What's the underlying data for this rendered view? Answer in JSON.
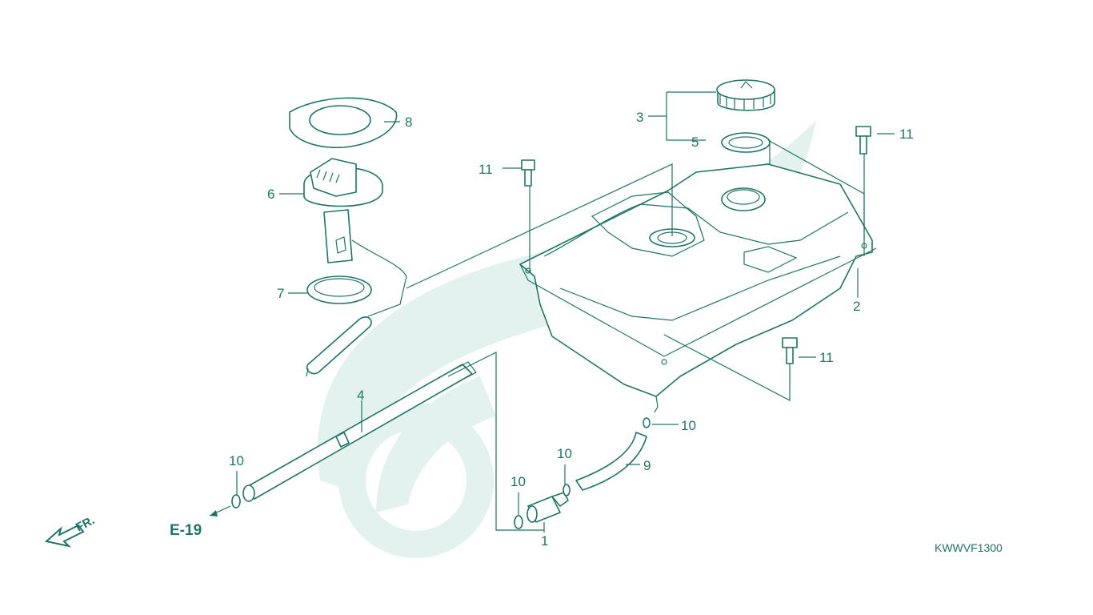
{
  "diagram": {
    "figure_code": "KWWVF1300",
    "cross_reference": "E-19",
    "direction_label": "FR.",
    "colors": {
      "line": "#1f7566",
      "watermark": "#e3f2ee",
      "fill": "#ffffff"
    },
    "callouts": [
      {
        "id": "c1",
        "label": "1"
      },
      {
        "id": "c2",
        "label": "2"
      },
      {
        "id": "c3",
        "label": "3"
      },
      {
        "id": "c4",
        "label": "4"
      },
      {
        "id": "c5",
        "label": "5"
      },
      {
        "id": "c6",
        "label": "6"
      },
      {
        "id": "c7",
        "label": "7"
      },
      {
        "id": "c8",
        "label": "8"
      },
      {
        "id": "c9",
        "label": "9"
      },
      {
        "id": "c10a",
        "label": "10"
      },
      {
        "id": "c10b",
        "label": "10"
      },
      {
        "id": "c10c",
        "label": "10"
      },
      {
        "id": "c10d",
        "label": "10"
      },
      {
        "id": "c11a",
        "label": "11"
      },
      {
        "id": "c11b",
        "label": "11"
      },
      {
        "id": "c11c",
        "label": "11"
      }
    ]
  }
}
